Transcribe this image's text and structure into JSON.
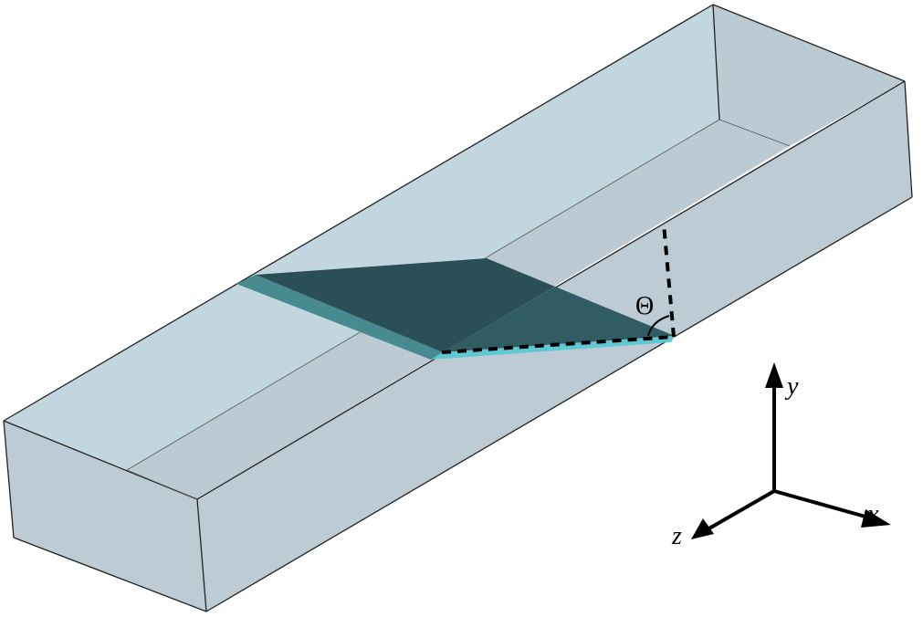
{
  "figure": {
    "angle_label": "Θ",
    "axes": {
      "x": "x",
      "y": "y",
      "z": "z"
    }
  },
  "colors": {
    "back_wall": "#c2d6df",
    "floor": "#bccad4",
    "outer": "#bdcbd5",
    "plate_top": "#2b4f57",
    "plate_right": "#325c64",
    "plate_edge": "#478a8f",
    "plate_front_edge": "#5fc9d1"
  }
}
